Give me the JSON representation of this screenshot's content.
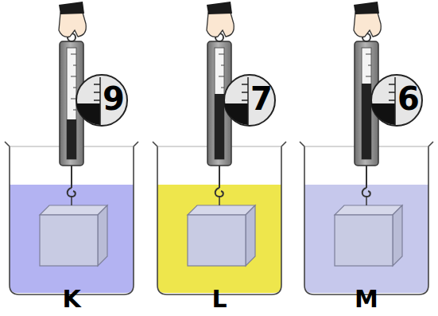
{
  "diagram": {
    "labels": [
      "9",
      "7",
      "6",
      "K",
      "L",
      "M"
    ]
  }
}
